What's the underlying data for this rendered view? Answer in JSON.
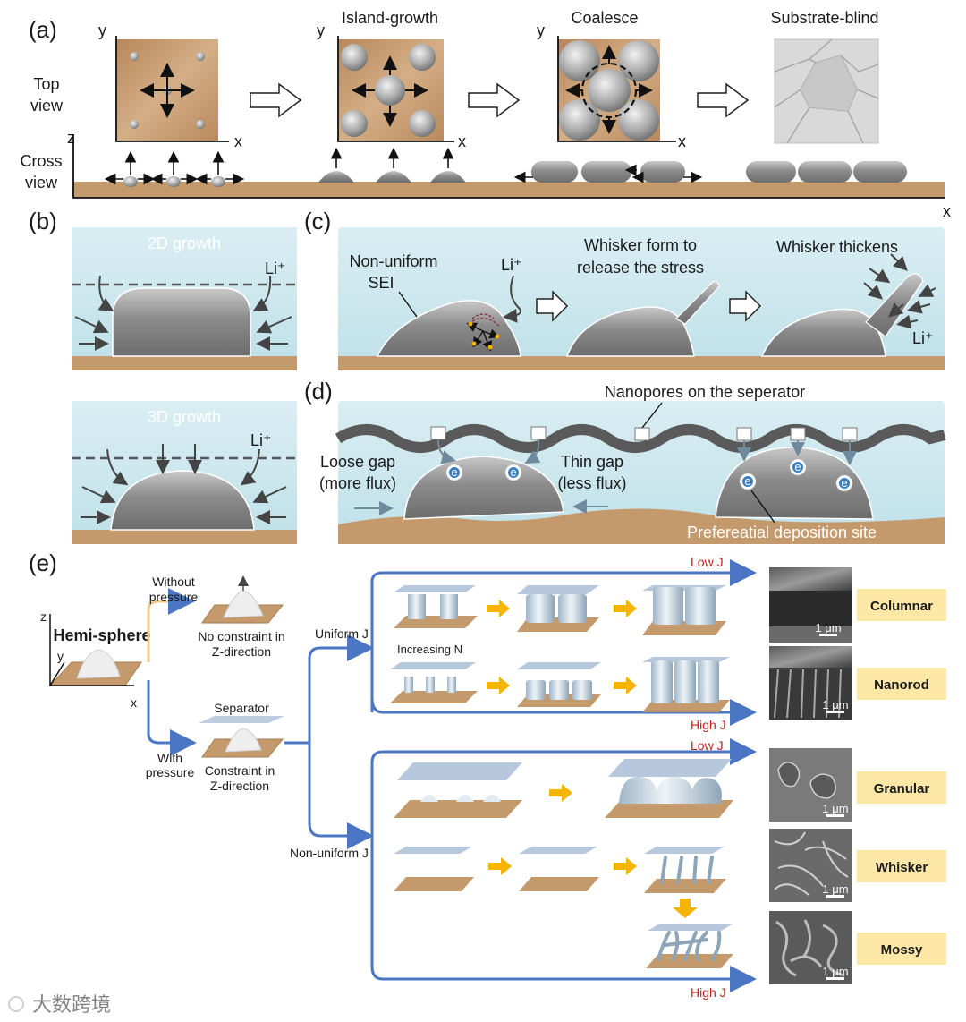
{
  "panel_labels": {
    "a": "(a)",
    "b": "(b)",
    "c": "(c)",
    "d": "(d)",
    "e": "(e)"
  },
  "a": {
    "top_view": [
      "Top",
      "view"
    ],
    "cross_view": [
      "Cross",
      "view"
    ],
    "stage_titles": [
      "Island-growth",
      "Coalesce",
      "Substrate-blind"
    ],
    "axis_x": "x",
    "axis_y": "y",
    "axis_z": "z"
  },
  "b": {
    "growth_2d": "2D growth",
    "growth_3d": "3D growth",
    "li_ion": "Li⁺"
  },
  "c": {
    "non_uniform_sei": [
      "Non-uniform",
      "SEI"
    ],
    "li_ion": "Li⁺",
    "whisker_form": [
      "Whisker form to",
      "release the stress"
    ],
    "whisker_thickens": "Whisker thickens"
  },
  "d": {
    "nanopores": "Nanopores on the seperator",
    "loose_gap": [
      "Loose gap",
      "(more flux)"
    ],
    "thin_gap": [
      "Thin gap",
      "(less flux)"
    ],
    "electron": "e",
    "deposition_site": "Prefereatial deposition site"
  },
  "e": {
    "hemisphere": "Hemi-sphere",
    "without_pressure": [
      "Without",
      "pressure"
    ],
    "with_pressure": [
      "With",
      "pressure"
    ],
    "no_constraint": [
      "No constraint in",
      "Z-direction"
    ],
    "separator": "Separator",
    "constraint": [
      "Constraint in",
      "Z-direction"
    ],
    "uniform_j": "Uniform J",
    "non_uniform_j": "Non-uniform J",
    "low_j": "Low J",
    "high_j": "High J",
    "increasing_n": "Increasing N",
    "scale": "1 μm",
    "morphologies": [
      "Columnar",
      "Nanorod",
      "Granular",
      "Whisker",
      "Mossy"
    ]
  },
  "watermark": "大数跨境",
  "colors": {
    "substrate": "#c49a6c",
    "electrolyte": "#cfe8ee",
    "lithium": "#8f8f8f",
    "arrow_blue": "#4b76c4",
    "arrow_yellow": "#f4b400",
    "tag_fill": "#fde7a6",
    "path_orange": "#f3c98b"
  }
}
